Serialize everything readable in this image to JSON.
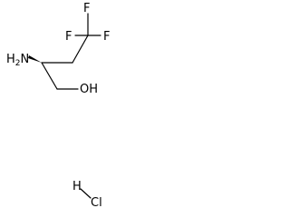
{
  "molecule": {
    "atoms": {
      "f_top": "F",
      "f_left": "F",
      "f_right": "F",
      "amine_symbol": "H",
      "amine_subscript": "2",
      "amine_tail": "N",
      "hydroxyl": "OH",
      "hcl_h": "H",
      "hcl_cl": "Cl"
    },
    "stereo_bond": "wedge"
  }
}
